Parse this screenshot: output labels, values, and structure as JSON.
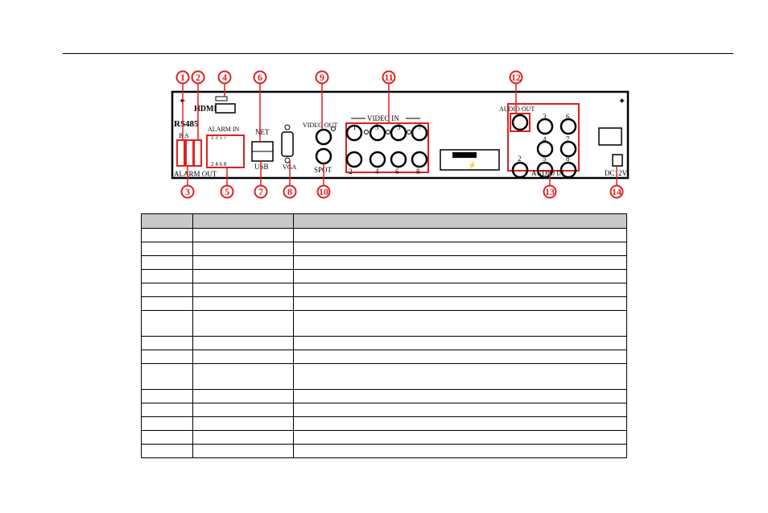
{
  "panel": {
    "labels": {
      "hdmi": "HDMI",
      "rs485": "RS485",
      "alarm_in": "ALARM IN",
      "alarm_out": "ALARM OUT",
      "net": "NET",
      "usb": "USB",
      "vga": "VGA",
      "video_out": "VIDEO OUT",
      "spot": "SPOT",
      "video_in": "VIDEO IN",
      "audio_out": "AUDIO OUT",
      "audio_in": "AUDIO IN",
      "dc12v": "DC12V",
      "rs485_pins": "B  A",
      "alarm_top_digits": "1  3  5  7",
      "alarm_bottom_digits": "2  4  6  8",
      "video_in_top": [
        "1",
        "3",
        "5",
        "7"
      ],
      "video_in_bottom": [
        "2",
        "4",
        "6",
        "8"
      ],
      "audio_in_digits": [
        "3",
        "6",
        "4",
        "7",
        "2",
        "5",
        "8"
      ]
    },
    "callouts": [
      "1",
      "2",
      "3",
      "4",
      "5",
      "6",
      "7",
      "8",
      "9",
      "10",
      "11",
      "12",
      "13",
      "14"
    ]
  },
  "table": {
    "headers": [
      "",
      "",
      ""
    ],
    "rows": [
      [
        "",
        "",
        ""
      ],
      [
        "",
        "",
        ""
      ],
      [
        "",
        "",
        ""
      ],
      [
        "",
        "",
        ""
      ],
      [
        "",
        "",
        ""
      ],
      [
        "",
        "",
        ""
      ],
      [
        "",
        "",
        ""
      ],
      [
        "",
        "",
        ""
      ],
      [
        "",
        "",
        ""
      ],
      [
        "",
        "",
        ""
      ],
      [
        "",
        "",
        ""
      ],
      [
        "",
        "",
        ""
      ],
      [
        "",
        "",
        ""
      ],
      [
        "",
        "",
        ""
      ],
      [
        "",
        "",
        ""
      ]
    ]
  }
}
